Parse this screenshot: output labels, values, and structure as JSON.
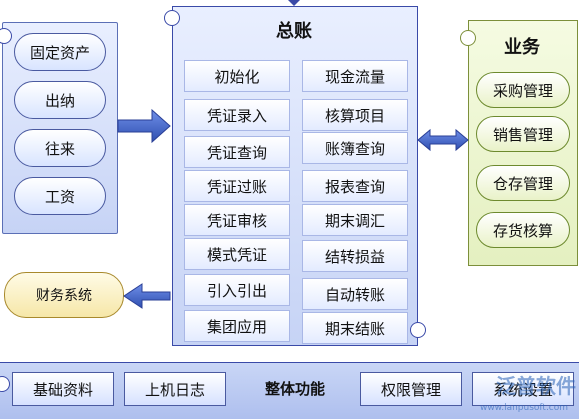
{
  "left_panel": {
    "items": [
      "固定资产",
      "出纳",
      "往来",
      "工资"
    ]
  },
  "center_panel": {
    "title": "总账",
    "left_column": [
      "初始化",
      "凭证录入",
      "凭证查询",
      "凭证过账",
      "凭证审核",
      "模式凭证",
      "引入引出",
      "集团应用"
    ],
    "right_column": [
      "现金流量",
      "核算项目",
      "账簿查询",
      "报表查询",
      "期末调汇",
      "结转损益",
      "自动转账",
      "期末结账"
    ]
  },
  "right_panel": {
    "title": "业务",
    "items": [
      "采购管理",
      "销售管理",
      "仓存管理",
      "存货核算"
    ]
  },
  "finance_system": {
    "label": "财务系统"
  },
  "bottom_bar": {
    "items": [
      "基础资料",
      "上机日志"
    ],
    "center_label": "整体功能",
    "right_items": [
      "权限管理",
      "系统设置"
    ]
  },
  "watermark": {
    "text": "泛普软件",
    "url": "www.lanpusoft.com"
  },
  "colors": {
    "border": "#3a4aa8",
    "arrow": "#3d5fc4",
    "right_border": "#7c8f3a"
  }
}
